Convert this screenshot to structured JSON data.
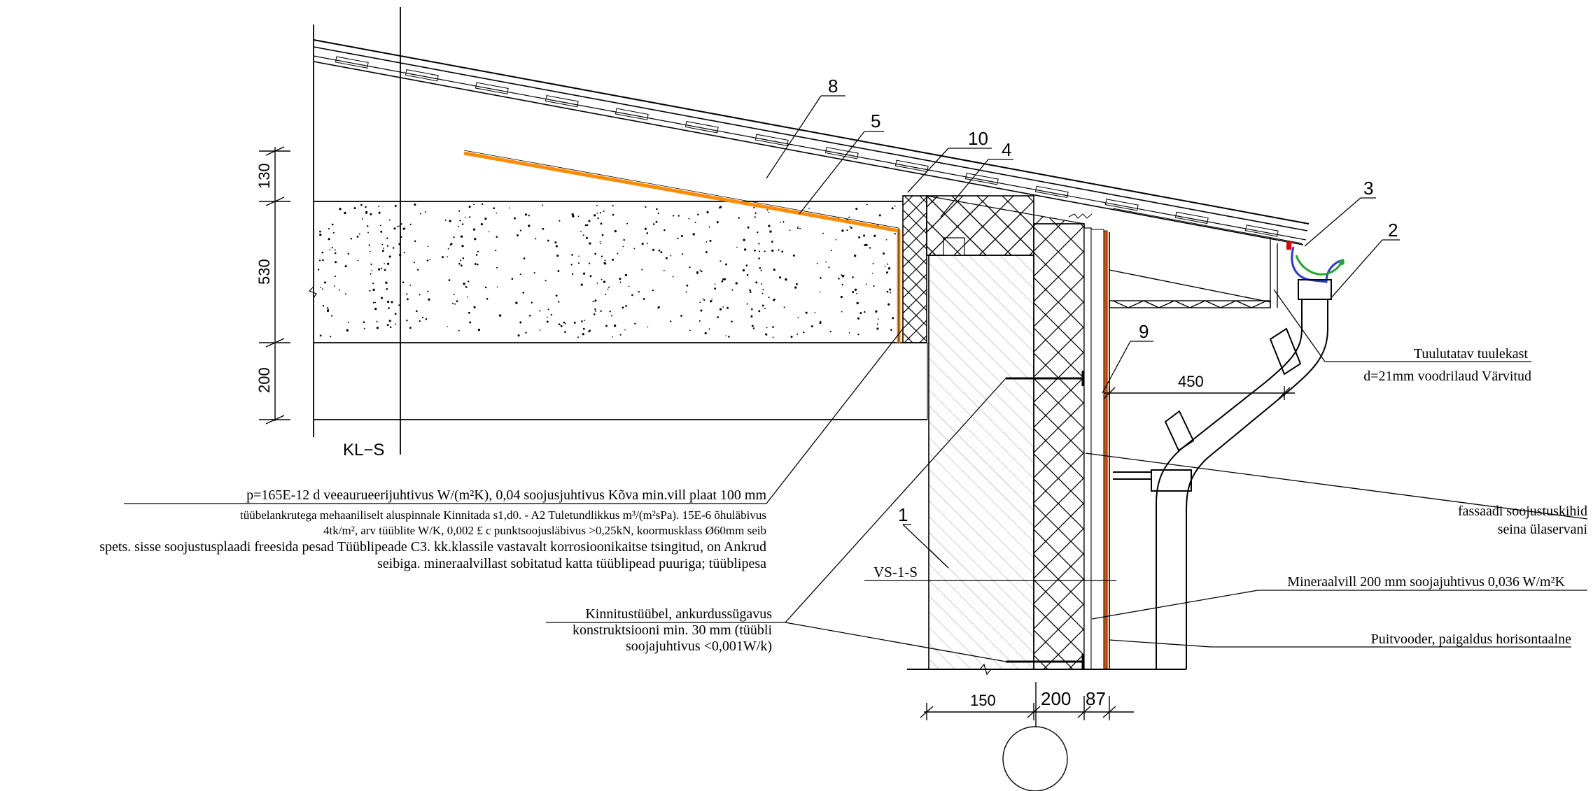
{
  "drawing": {
    "section_label": "KL−S",
    "wall_label": "VS-1-S",
    "dimensions": {
      "roof_thickness": "130",
      "slab_thickness": "530",
      "ceiling_gap": "200",
      "eave_overhang": "450",
      "wall_block": "150",
      "insulation": "200",
      "cladding": "87"
    },
    "callouts": [
      "1",
      "2",
      "3",
      "4",
      "5",
      "8",
      "9",
      "10"
    ],
    "notes": {
      "dowel_main": "p=165E-12 d veeaurueerijuhtivus W/(m²K),   0,04   soojusjuhtivus  Kõva min.vill plaat 100 mm",
      "dowel_line2": "tüübelankrutega  mehaaniliselt  aluspinnale  Kinnitada   s1,d0.  - A2  Tuletundlikkus m³/(m²sPa).  15E-6  õhuläbivus",
      "dowel_line3": "4tk/m²,  arv  tüüblite  W/K,  0,002  £ c   punktsoojusläbivus >0,25kN,  koormusklass  Ø60mm  seib",
      "dowel_line4": "spets. sisse soojustusplaadi freesida pesad Tüüblipeade C3.  kk.klassile  vastavalt  korrosioonikaitse tsingitud, on Ankrud",
      "dowel_line5": "seibiga.  mineraalvillast  sobitatud  katta   tüüblipead  puuriga;  tüüblipesa",
      "anchor_1": "Kinnitustüübel, ankurdussügavus",
      "anchor_2": "konstruktsiooni min. 30 mm (tüübli",
      "anchor_3": "soojajuhtivus <0,001W/k)",
      "soffit_1": "Tuulutatav tuulekast",
      "soffit_2": "d=21mm  voodrilaud  Värvitud",
      "facade_1": "fassaadi soojustuskihid",
      "facade_2": "seina ülaservani",
      "mineral_wool": "Mineraalvill 200 mm soojajuhtivus 0,036 W/m²K",
      "cladding_note": "Puitvooder, paigaldus horisontaalne"
    },
    "colors": {
      "line": "#000000",
      "membrane": "#ff8c00",
      "cladding_board": "#d35400",
      "gutter": "#2b3bd8",
      "gutter_hook": "#22a82c",
      "gutter_accent": "#e00000"
    }
  }
}
